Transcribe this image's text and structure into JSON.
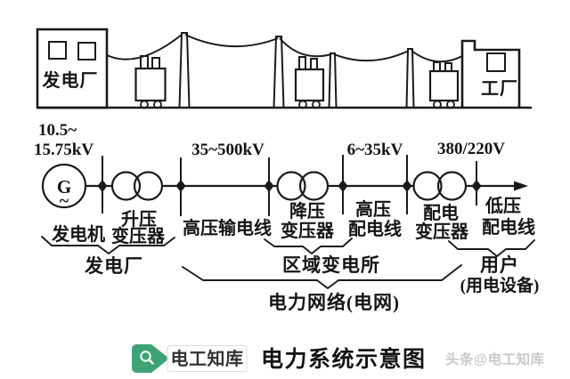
{
  "scene": {
    "power_plant": "发电厂",
    "factory": "工厂"
  },
  "circuit": {
    "generator": {
      "symbol": "G",
      "tilde": "~",
      "voltage_line1": "10.5~",
      "voltage_line2": "15.75kV",
      "label": "发电机"
    },
    "voltages": {
      "transmission": "35~500kV",
      "hv_distribution": "6~35kV",
      "lv_distribution": "380/220V"
    },
    "step_up_transformer": {
      "line1": "升压",
      "line2": "变压器"
    },
    "hv_transmission_line": "高压输电线",
    "step_down_transformer": {
      "line1": "降压",
      "line2": "变压器"
    },
    "hv_distribution_line": {
      "line1": "高压",
      "line2": "配电线"
    },
    "distribution_transformer": {
      "line1": "配电",
      "line2": "变压器"
    },
    "lv_distribution_line": {
      "line1": "低压",
      "line2": "配电线"
    }
  },
  "groups": {
    "power_plant": "发电厂",
    "regional_substation": "区域变电所",
    "users": "用户",
    "users_note": "(用电设备)",
    "power_network": "电力网络(电网)"
  },
  "footer": {
    "logo_text": "电工知库",
    "title": "电力系统示意图",
    "watermark": "头条@电工知库",
    "logo_color": "#3BA376"
  }
}
